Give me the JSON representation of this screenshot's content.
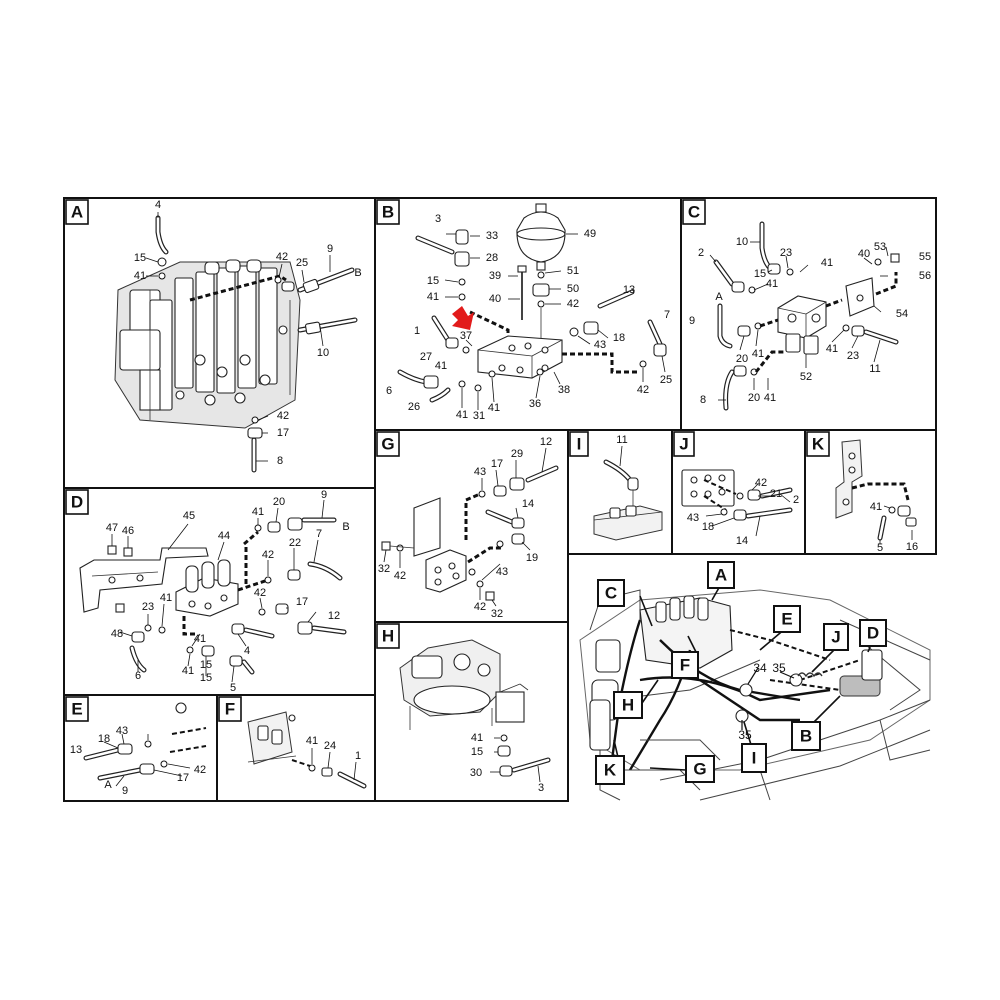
{
  "panels": [
    {
      "id": "A",
      "label": "A"
    },
    {
      "id": "B",
      "label": "B"
    },
    {
      "id": "C",
      "label": "C"
    },
    {
      "id": "D",
      "label": "D"
    },
    {
      "id": "E",
      "label": "E"
    },
    {
      "id": "F",
      "label": "F"
    },
    {
      "id": "G",
      "label": "G"
    },
    {
      "id": "H",
      "label": "H"
    },
    {
      "id": "I",
      "label": "I"
    },
    {
      "id": "J",
      "label": "J"
    },
    {
      "id": "K",
      "label": "K"
    }
  ],
  "callouts": {
    "A": [
      "4",
      "15",
      "41",
      "42",
      "25",
      "9",
      "B",
      "10",
      "42",
      "17",
      "8"
    ],
    "B": [
      "3",
      "33",
      "49",
      "28",
      "15",
      "39",
      "51",
      "50",
      "40",
      "41",
      "42",
      "13",
      "7",
      "1",
      "37",
      "43",
      "18",
      "27",
      "41",
      "25",
      "6",
      "26",
      "41",
      "31",
      "41",
      "36",
      "38",
      "42"
    ],
    "C": [
      "10",
      "2",
      "15",
      "41",
      "23",
      "41",
      "40",
      "53",
      "55",
      "56",
      "A",
      "9",
      "54",
      "20",
      "41",
      "52",
      "41",
      "23",
      "11",
      "8",
      "20",
      "41"
    ],
    "D": [
      "47",
      "46",
      "45",
      "44",
      "41",
      "20",
      "9",
      "B",
      "42",
      "22",
      "7",
      "42",
      "17",
      "12",
      "48",
      "23",
      "41",
      "41",
      "15",
      "4",
      "6",
      "41",
      "15",
      "5"
    ],
    "E": [
      "13",
      "18",
      "43",
      "42",
      "17",
      "A",
      "9"
    ],
    "F": [
      "41",
      "24",
      "1"
    ],
    "G": [
      "12",
      "43",
      "17",
      "29",
      "14",
      "32",
      "42",
      "19",
      "43",
      "42",
      "32"
    ],
    "H": [
      "41",
      "15",
      "30",
      "3"
    ],
    "I": [
      "11"
    ],
    "J": [
      "42",
      "21",
      "43",
      "18",
      "2",
      "14"
    ],
    "K": [
      "41",
      "5",
      "16"
    ],
    "overview": [
      "34",
      "35",
      "35"
    ]
  },
  "overview_tags": [
    "A",
    "C",
    "E",
    "D",
    "J",
    "F",
    "H",
    "B",
    "I",
    "G",
    "K"
  ]
}
